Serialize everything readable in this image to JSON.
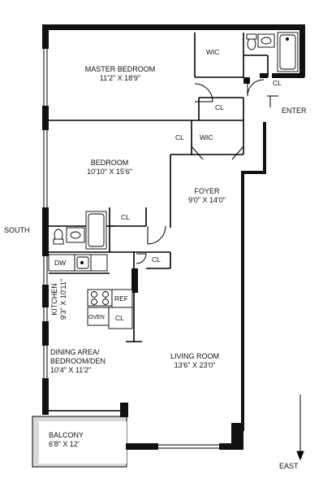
{
  "rooms": {
    "master_bedroom": {
      "name": "MASTER BEDROOM",
      "size": "11'2\" X 18'9\""
    },
    "bedroom": {
      "name": "BEDROOM",
      "size": "10'10\" X 15'6\""
    },
    "foyer": {
      "name": "FOYER",
      "size": "9'0\" X 14'0\""
    },
    "kitchen": {
      "name": "KITCHEN",
      "size": "9'3\" X 10'11\""
    },
    "dining": {
      "line1": "DINING AREA/",
      "line2": "BEDROOM/DEN",
      "size": "10'4\" X 11'2\""
    },
    "living": {
      "name": "LIVING ROOM",
      "size": "13'6\" X 23'0\""
    },
    "balcony": {
      "name": "BALCONY",
      "size": "6'8\" X 12'"
    }
  },
  "fixtures": {
    "wic_master": "WIC",
    "wic_foyer": "WIC",
    "cl_bath": "CL",
    "cl_top": "CL",
    "cl_left": "CL",
    "cl_bedroom": "CL",
    "cl_foyer": "CL",
    "cl_kitchen": "CL",
    "dw": "DW",
    "ref": "REF",
    "oven": "OVEN"
  },
  "compass": {
    "south": "SOUTH",
    "east": "EAST",
    "enter": "ENTER"
  }
}
